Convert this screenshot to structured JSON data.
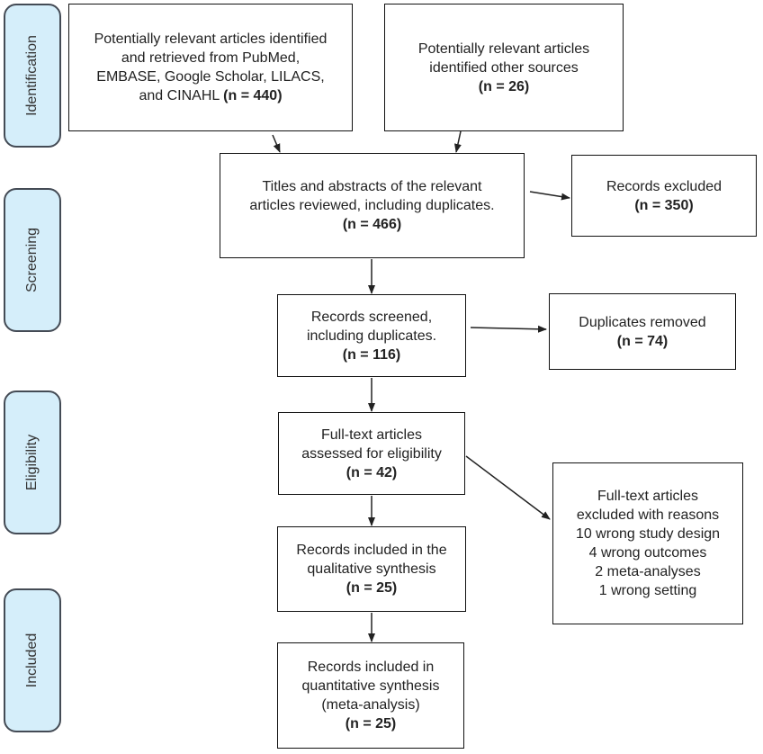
{
  "phases": {
    "identification": "Identification",
    "screening": "Screening",
    "eligibility": "Eligibility",
    "included": "Included"
  },
  "boxes": {
    "identified_databases": {
      "lines": [
        "Potentially relevant articles identified",
        "and retrieved from PubMed,",
        "EMBASE, Google Scholar, LILACS,"
      ],
      "last_line_prefix": "and CINAHL ",
      "count": "(n = 440)"
    },
    "identified_other": {
      "lines": [
        "Potentially relevant articles",
        "identified other sources"
      ],
      "count": "(n = 26)"
    },
    "titles_abstracts": {
      "lines": [
        "Titles and abstracts of the relevant",
        "articles reviewed, including duplicates."
      ],
      "count": "(n = 466)"
    },
    "records_excluded": {
      "lines": [
        "Records excluded"
      ],
      "count": "(n = 350)"
    },
    "records_screened": {
      "lines": [
        "Records screened,",
        "including duplicates."
      ],
      "count": "(n = 116)"
    },
    "duplicates_removed": {
      "lines": [
        "Duplicates removed"
      ],
      "count": "(n = 74)"
    },
    "fulltext_assessed": {
      "lines": [
        "Full-text articles",
        "assessed for eligibility"
      ],
      "count": "(n = 42)"
    },
    "fulltext_excluded": {
      "lines": [
        "Full-text articles",
        "excluded with reasons",
        "10 wrong study design",
        "4 wrong outcomes",
        "2 meta-analyses",
        "1 wrong setting"
      ]
    },
    "qualitative": {
      "lines": [
        "Records included in the",
        "qualitative synthesis"
      ],
      "count": "(n = 25)"
    },
    "quantitative": {
      "lines": [
        "Records included in",
        "quantitative synthesis",
        "(meta-analysis)"
      ],
      "count": "(n = 25)"
    }
  }
}
